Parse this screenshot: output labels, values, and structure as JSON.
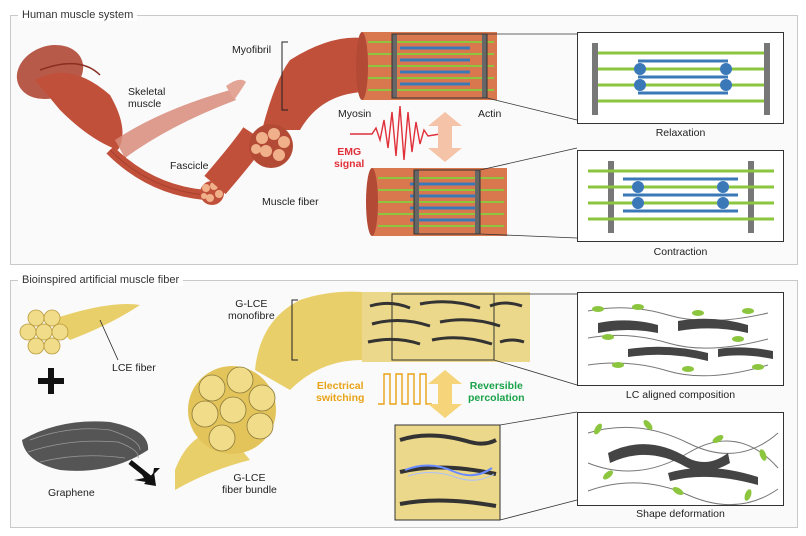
{
  "top": {
    "title": "Human muscle system",
    "labels": {
      "skeletal_muscle": "Skeletal\nmuscle",
      "fascicle": "Fascicle",
      "muscle_fiber": "Muscle fiber",
      "myofibril": "Myofibril",
      "myosin": "Myosin",
      "actin": "Actin",
      "emg_signal": "EMG\nsignal",
      "relaxation": "Relaxation",
      "contraction": "Contraction"
    }
  },
  "bottom": {
    "title": "Bioinspired artificial muscle fiber",
    "labels": {
      "lce_fiber": "LCE fiber",
      "graphene": "Graphene",
      "monofibre": "G-LCE\nmonofibre",
      "fiber_bundle": "G-LCE\nfiber bundle",
      "electrical_switching": "Electrical\nswitching",
      "reversible_percolation": "Reversible\npercolation",
      "lc_aligned": "LC aligned composition",
      "shape_deformation": "Shape deformation"
    }
  },
  "colors": {
    "muscle": "#c0503a",
    "muscle_light": "#e08a6a",
    "actin": "#8cc63f",
    "myosin": "#3a78b8",
    "lce": "#e8cf6a",
    "emg": "#e0303a",
    "switching": "#e8a317",
    "percolation": "#1aa34a"
  }
}
